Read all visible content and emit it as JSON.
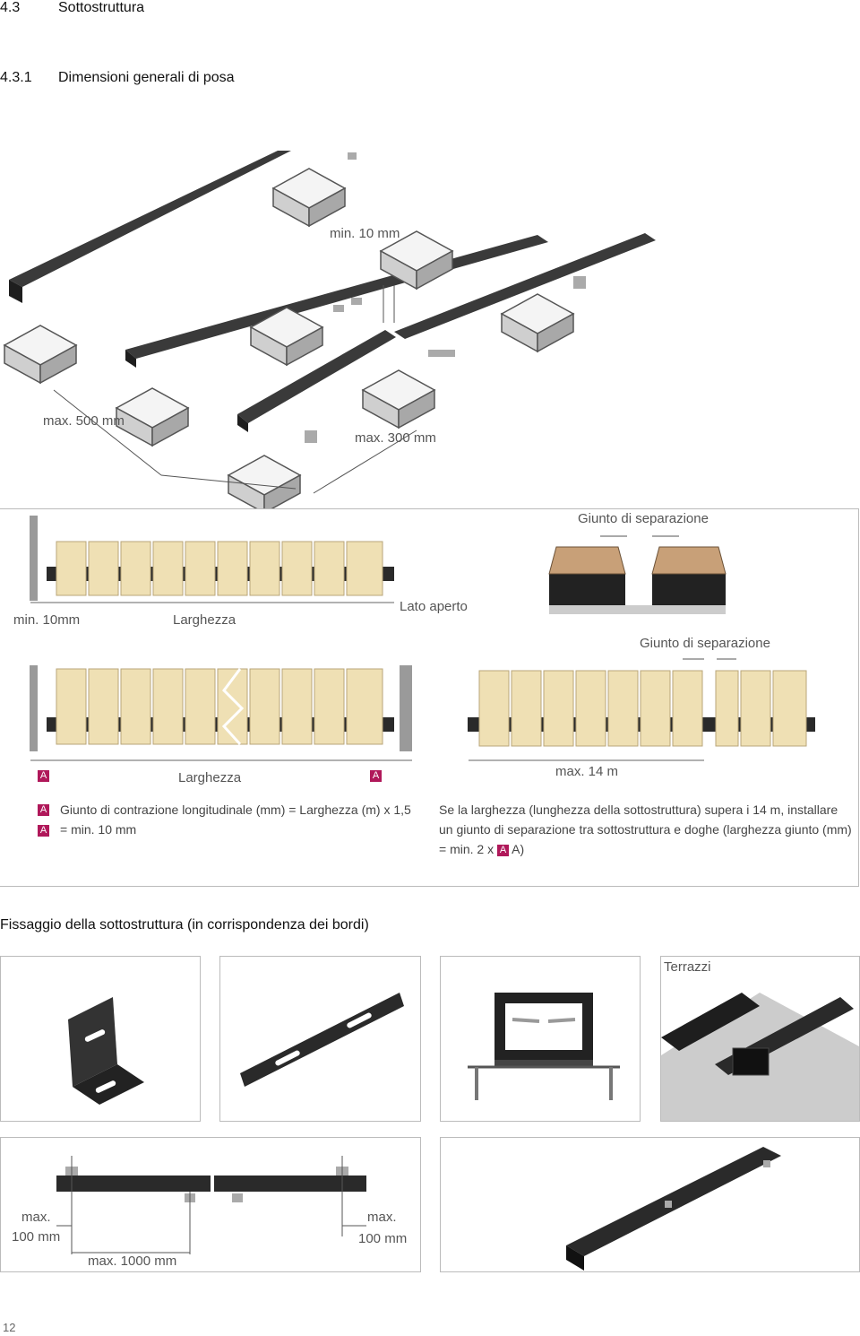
{
  "header": {
    "section_num": "4.3",
    "section_title": "Sottostruttura",
    "subsection_num": "4.3.1",
    "subsection_title": "Dimensioni generali di posa"
  },
  "isometric": {
    "min_10mm": "min. 10 mm",
    "max_500mm": "max. 500 mm",
    "max_300mm": "max. 300 mm"
  },
  "layout_panel": {
    "min_10mm": "min. 10mm",
    "larghezza_top": "Larghezza",
    "lato_aperto": "Lato aperto",
    "giunto_top": "Giunto di separazione",
    "giunto_mid": "Giunto di separazione",
    "badge_a": "A",
    "larghezza_bottom": "Larghezza",
    "max_14m": "max. 14 m",
    "formula_line1": "Giunto di contrazione longitudinale (mm) = Larghezza (m) x 1,5",
    "formula_line2": "= min. 10 mm",
    "note_line1": "Se la larghezza (lunghezza della sottostruttura) supera i 14 m, installare",
    "note_line2": "un giunto di separazione tra sottostruttura e doghe (larghezza giunto (mm)",
    "note_line3_pre": "= min. 2 x",
    "note_line3_post": "A)"
  },
  "fixing": {
    "title": "Fissaggio della sottostruttura (in corrispondenza dei bordi)",
    "terrazzi": "Terrazzi",
    "max_100mm_left_1": "max.",
    "max_100mm_left_2": "100 mm",
    "max_100mm_right_1": "max.",
    "max_100mm_right_2": "100 mm",
    "max_1000mm": "max. 1000 mm"
  },
  "footer": {
    "page_number": "12"
  },
  "colors": {
    "accent": "#b0185a",
    "board": "#efe0b4",
    "beam": "#2a2a2a"
  }
}
